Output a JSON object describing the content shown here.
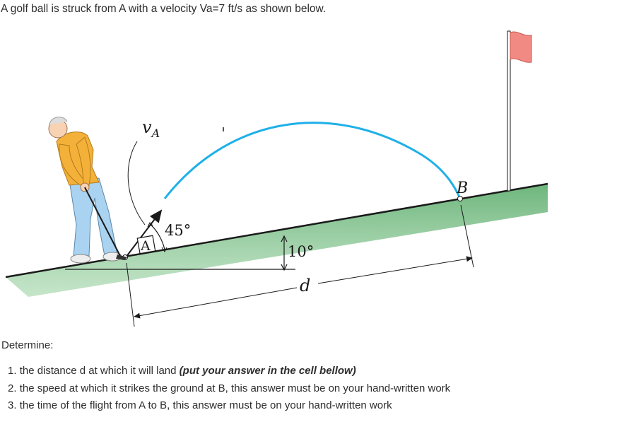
{
  "intro": "A golf ball is struck from A with a velocity Va=7 ft/s as shown below.",
  "figure": {
    "velocity_label": "v",
    "velocity_subscript": "A",
    "angle_label": "45°",
    "point_a": "A",
    "point_b": "B",
    "slope_label": "10°",
    "distance_label": "d",
    "colors": {
      "ground": "#6db57c",
      "trajectory": "#1fb0e8",
      "flag": "#f08a82",
      "shirt": "#f3b13a",
      "pants": "#a9d3f0"
    }
  },
  "determine": "Determine:",
  "tasks": [
    {
      "number": "1.",
      "text": "the distance d at which it will land",
      "emphasis": "(put your answer in the cell bellow)"
    },
    {
      "number": "2.",
      "text": "the speed at which it strikes the ground at B, this answer must be on your hand-written work"
    },
    {
      "number": "3.",
      "text": "the time of the flight from A to B, this answer must be on your hand-written work"
    }
  ]
}
